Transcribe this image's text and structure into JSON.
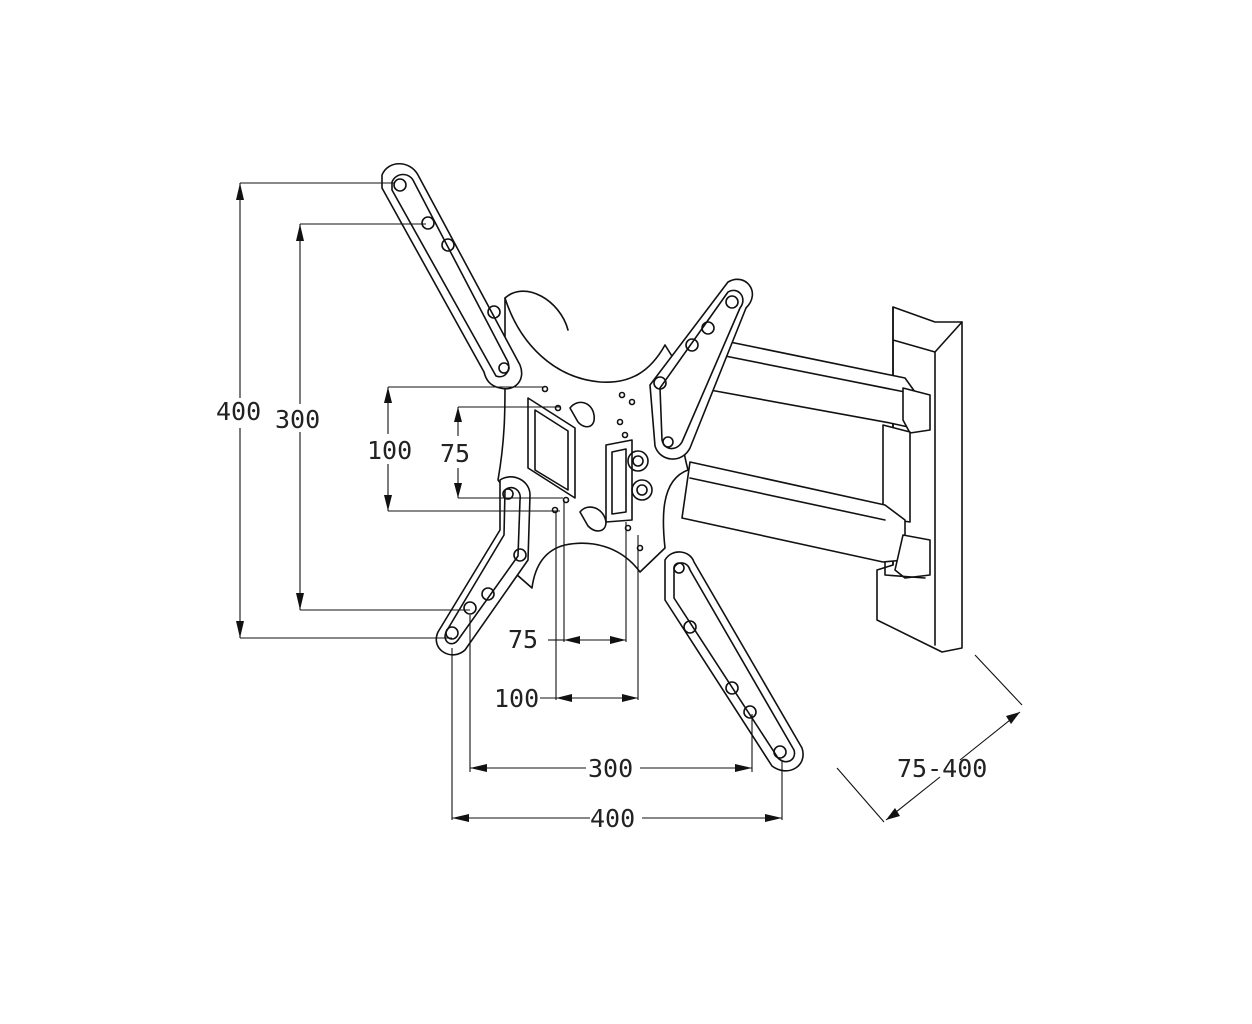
{
  "dimensions": {
    "height_outer": "400",
    "height_inner": "300",
    "height_small_outer": "100",
    "height_small_inner": "75",
    "width_small_inner": "75",
    "width_small_outer": "100",
    "width_inner": "300",
    "width_outer": "400",
    "extension": "75-400"
  }
}
